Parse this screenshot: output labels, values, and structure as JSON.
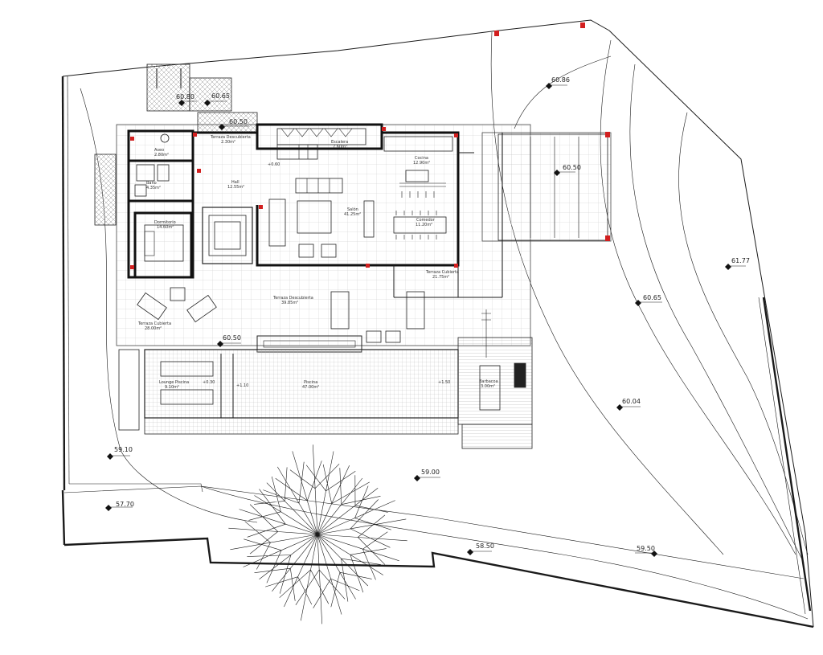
{
  "elevations": {
    "e1": "60.80",
    "e2": "60.65",
    "e3": "60.50",
    "e4": "60.86",
    "e5": "60.50",
    "e6": "61.77",
    "e7": "60.65",
    "e8": "60.04",
    "e9": "60.50",
    "e10": "59.10",
    "e11": "59.00",
    "e12": "57.70",
    "e13": "58.50",
    "e14": "59.50"
  },
  "rooms": {
    "terraza_desc_top": "Terraza Descubierta",
    "terraza_desc_top_area": "2.30m²",
    "aseo": "Aseo",
    "aseo_area": "2.80m²",
    "bano": "Baño",
    "bano_area": "4.35m²",
    "hall": "Hall",
    "hall_area": "12.55m²",
    "dormitorio": "Dormitorio",
    "dormitorio_area": "14.60m²",
    "salon": "Salón",
    "salon_area": "41.25m²",
    "cocina": "Cocina",
    "cocina_area": "12.90m²",
    "comedor": "Comedor",
    "comedor_area": "11.20m²",
    "terraza_cub_right": "Terraza Cubierta",
    "terraza_cub_right_area": "21.75m²",
    "terraza_desc_main": "Terraza Descubierta",
    "terraza_desc_main_area": "39.85m²",
    "terraza_cub_left": "Terraza Cubierta",
    "terraza_cub_left_area": "28.00m²",
    "piscina": "Piscina",
    "piscina_area": "47.00m²",
    "zona_jardin": "Lounge Piscina",
    "zona_jardin_area": "9.10m²",
    "barbacoa": "Barbacoa",
    "barbacoa_area": "3.00m²",
    "escalera": "Escalera",
    "escalera_area": "7.60m²",
    "small_1": "+0.30",
    "small_2": "+1.10",
    "small_3": "+1.50",
    "small_4": "+0.60"
  },
  "colors": {
    "line": "#1a1a1a",
    "grid": "#bdbdbd",
    "red_markers": "#d21f1f"
  }
}
